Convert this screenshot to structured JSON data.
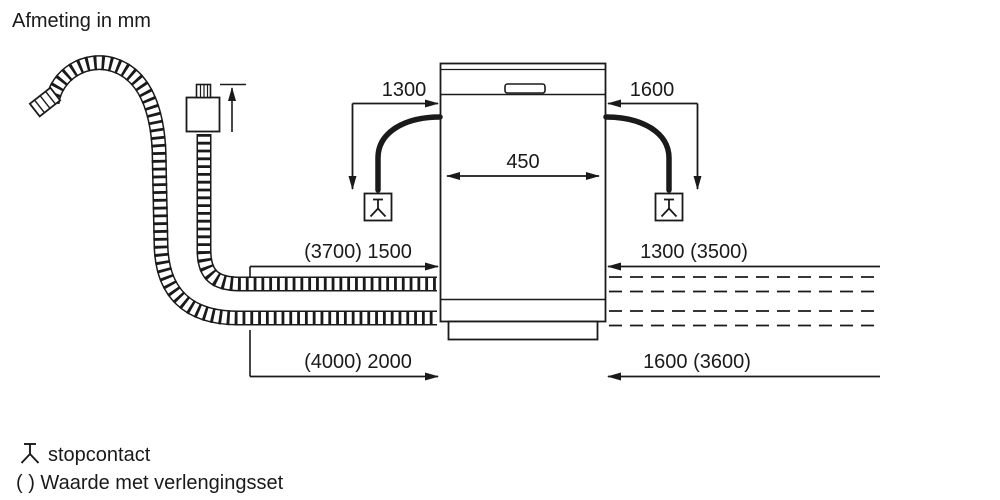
{
  "title": "Afmeting in mm",
  "appliance": {
    "width_label": "450"
  },
  "dimensions": {
    "top_left": "1300",
    "top_right": "1600",
    "mid_left": "(3700) 1500",
    "mid_right": "1300 (3500)",
    "bottom_left": "(4000) 2000",
    "bottom_right": "1600 (3600)"
  },
  "legend": {
    "socket_label": "stopcontact",
    "note": "( ) Waarde met verlengingsset"
  },
  "icons": {
    "socket": "power-socket-symbol",
    "drain_hose": "corrugated-drain-hose",
    "supply_hose": "corrugated-supply-hose",
    "aquastop": "aquastop-valve-box"
  },
  "colors": {
    "ink": "#1a1a1a",
    "background": "#ffffff"
  }
}
